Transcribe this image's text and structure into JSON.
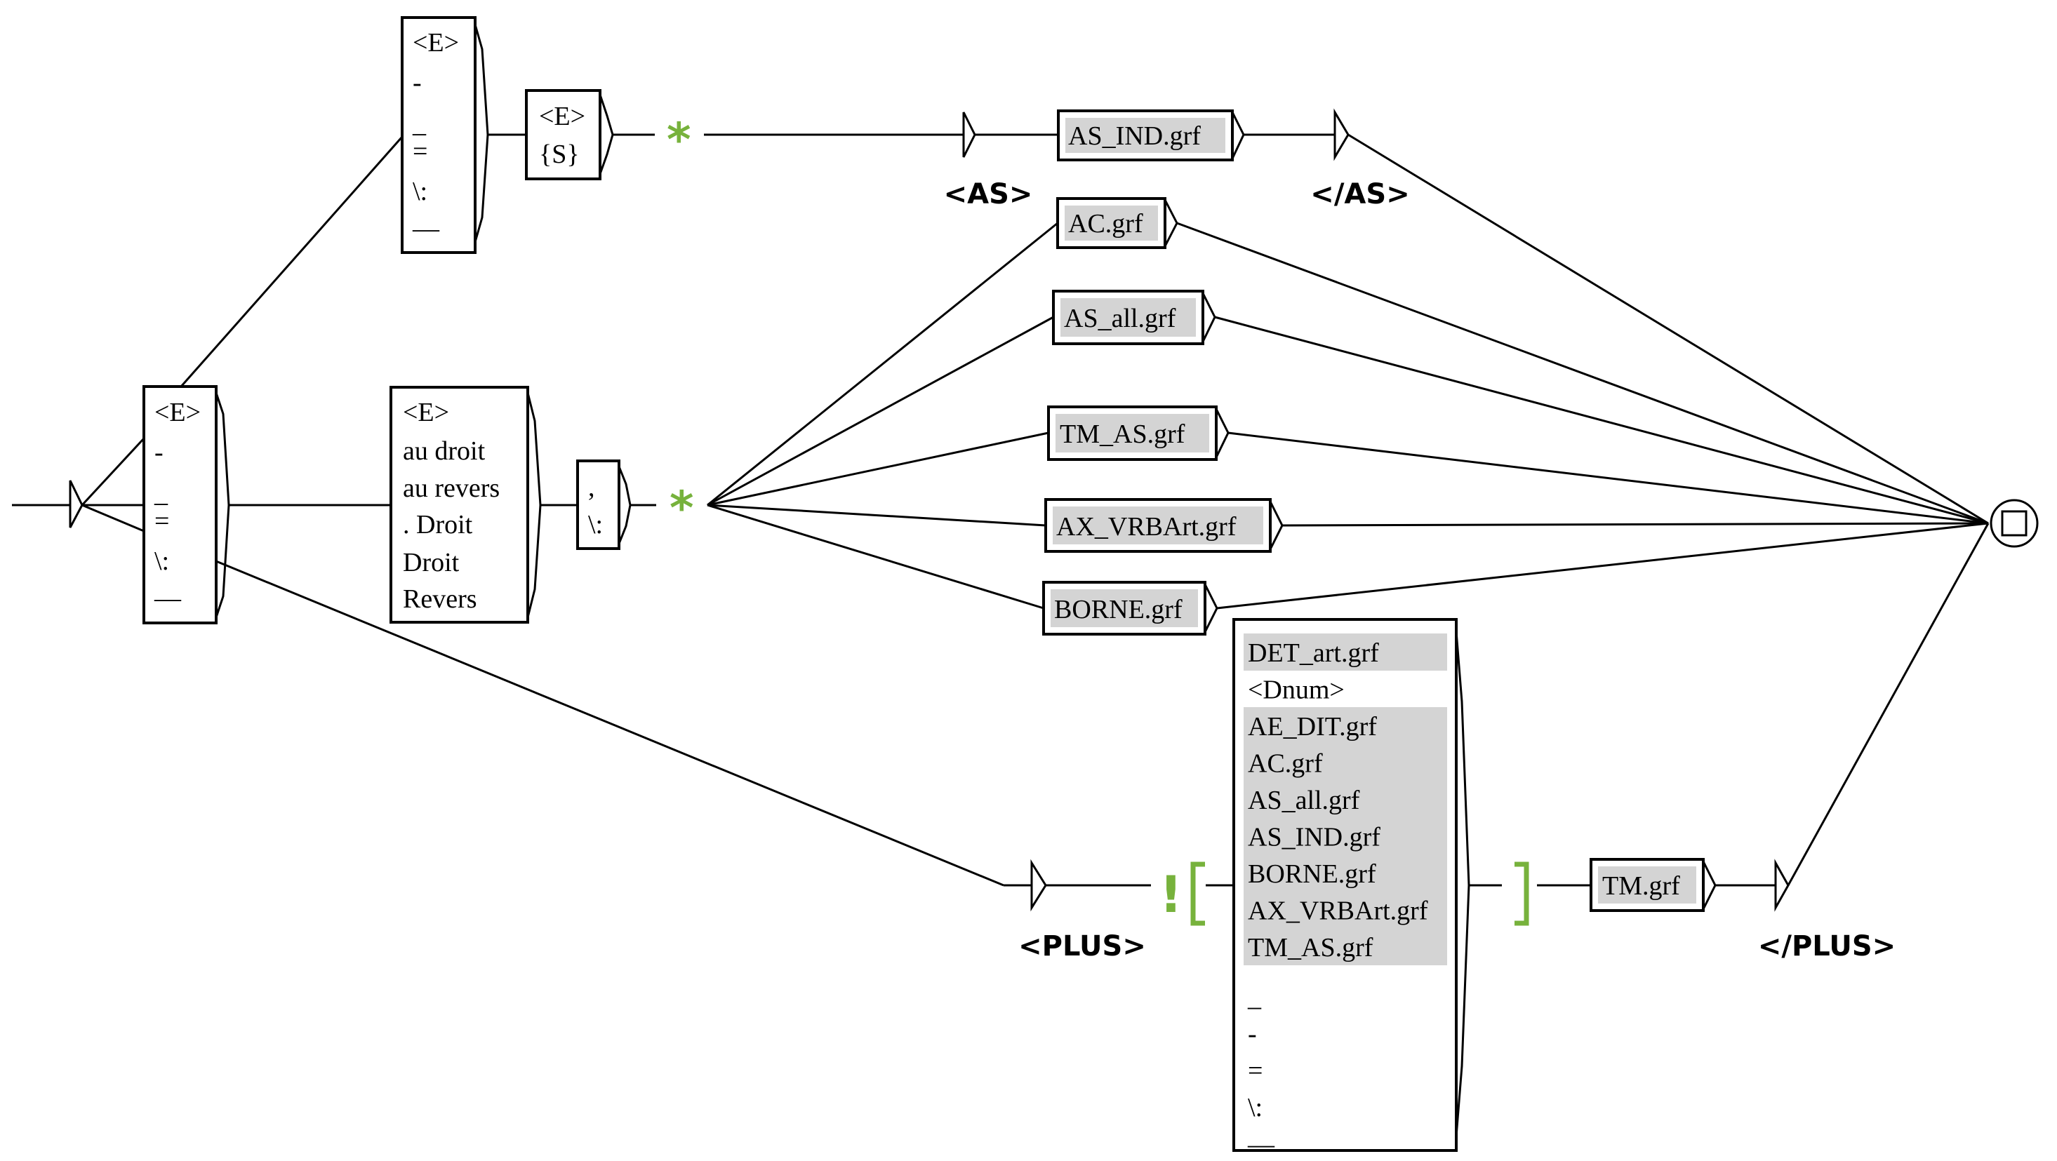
{
  "graph": {
    "kind": "Unitex finite-state graph",
    "colors": {
      "context_marker": "#77b23c",
      "subgraph_fill": "#d4d4d4",
      "line": "#000000"
    },
    "boxes": {
      "left_separators": {
        "items": [
          "<E>",
          "-",
          "_",
          "=",
          "\\:",
          "—"
        ]
      },
      "top_separators": {
        "items": [
          "<E>",
          "-",
          "_",
          "=",
          "\\:",
          "—"
        ]
      },
      "top_optional": {
        "items": [
          "<E>",
          "{S}"
        ]
      },
      "side_words": {
        "items": [
          "<E>",
          "au droit",
          "au revers",
          ". Droit",
          "Droit",
          "Revers"
        ]
      },
      "punct": {
        "items": [
          ",",
          "\\:"
        ]
      },
      "as_ind": {
        "label": "AS_IND.grf"
      },
      "fan": [
        {
          "label": "AC.grf"
        },
        {
          "label": "AS_all.grf"
        },
        {
          "label": "TM_AS.grf"
        },
        {
          "label": "AX_VRBArt.grf"
        },
        {
          "label": "BORNE.grf"
        }
      ],
      "negctx": {
        "items": [
          {
            "text": "DET_art.grf",
            "subgraph": true
          },
          {
            "text": "<Dnum>",
            "subgraph": false
          },
          {
            "text": "AE_DIT.grf",
            "subgraph": true
          },
          {
            "text": "AC.grf",
            "subgraph": true
          },
          {
            "text": "AS_all.grf",
            "subgraph": true
          },
          {
            "text": "AS_IND.grf",
            "subgraph": true
          },
          {
            "text": "BORNE.grf",
            "subgraph": true
          },
          {
            "text": "AX_VRBArt.grf",
            "subgraph": true
          },
          {
            "text": "TM_AS.grf",
            "subgraph": true
          },
          {
            "text": "_",
            "subgraph": false
          },
          {
            "text": "-",
            "subgraph": false
          },
          {
            "text": "=",
            "subgraph": false
          },
          {
            "text": "\\:",
            "subgraph": false
          },
          {
            "text": "—",
            "subgraph": false
          }
        ]
      },
      "tm": {
        "label": "TM.grf"
      }
    },
    "outputs": {
      "as_open": "<AS>",
      "as_close": "</AS>",
      "plus_open": "<PLUS>",
      "plus_close": "</PLUS>"
    },
    "markers": {
      "loop_top": "*",
      "loop_mid": "*",
      "neg_context": "!",
      "ctx_open": "[",
      "ctx_close": "]"
    }
  }
}
